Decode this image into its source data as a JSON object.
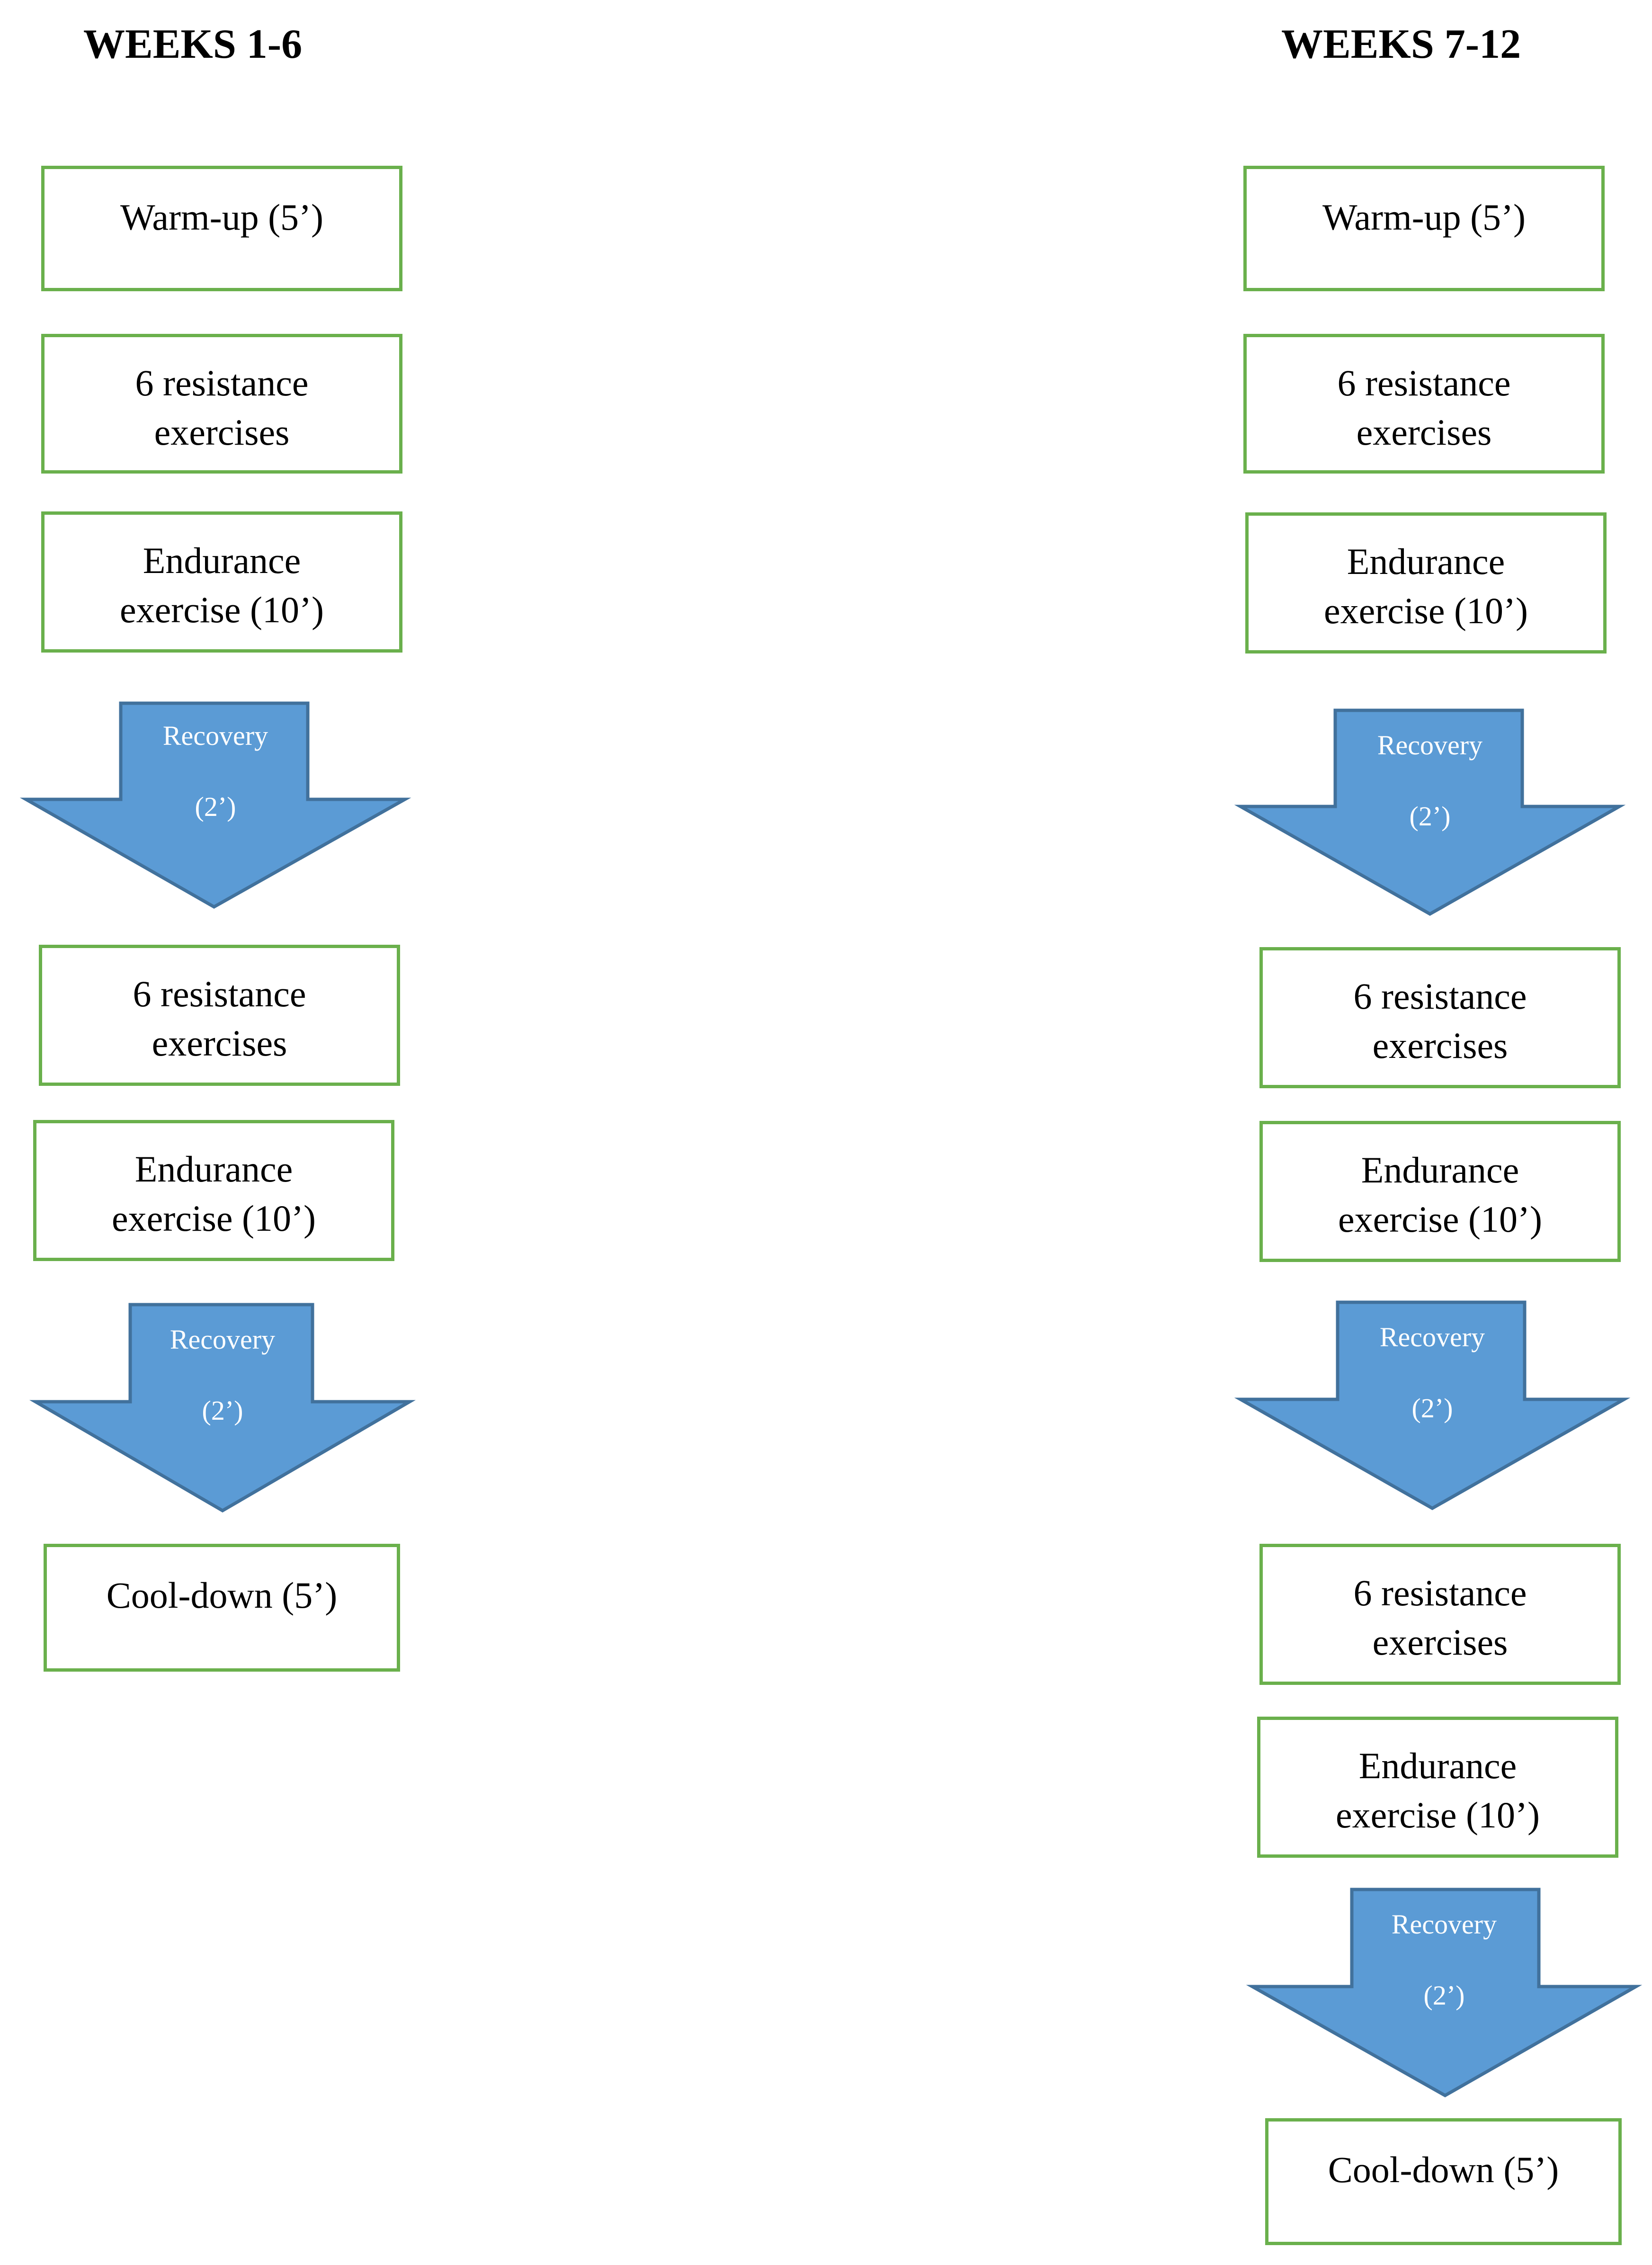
{
  "colors": {
    "box_border": "#6ab04c",
    "arrow_fill": "#5b9bd5",
    "arrow_stroke": "#41719c",
    "arrow_text": "#ffffff"
  },
  "columns": [
    {
      "title": "WEEKS 1-6",
      "steps": [
        {
          "type": "box",
          "label": "Warm-up (5’)"
        },
        {
          "type": "box",
          "label": "6 resistance\nexercises"
        },
        {
          "type": "box",
          "label": "Endurance\nexercise (10’)"
        },
        {
          "type": "arrow",
          "label": "Recovery",
          "duration": "(2’)"
        },
        {
          "type": "box",
          "label": "6 resistance\nexercises"
        },
        {
          "type": "box",
          "label": "Endurance\nexercise (10’)"
        },
        {
          "type": "arrow",
          "label": "Recovery",
          "duration": "(2’)"
        },
        {
          "type": "box",
          "label": "Cool-down (5’)"
        }
      ]
    },
    {
      "title": "WEEKS 7-12",
      "steps": [
        {
          "type": "box",
          "label": "Warm-up (5’)"
        },
        {
          "type": "box",
          "label": "6 resistance\nexercises"
        },
        {
          "type": "box",
          "label": "Endurance\nexercise (10’)"
        },
        {
          "type": "arrow",
          "label": "Recovery",
          "duration": "(2’)"
        },
        {
          "type": "box",
          "label": "6 resistance\nexercises"
        },
        {
          "type": "box",
          "label": "Endurance\nexercise (10’)"
        },
        {
          "type": "arrow",
          "label": "Recovery",
          "duration": "(2’)"
        },
        {
          "type": "box",
          "label": "6 resistance\nexercises"
        },
        {
          "type": "box",
          "label": "Endurance\nexercise (10’)"
        },
        {
          "type": "arrow",
          "label": "Recovery",
          "duration": "(2’)"
        },
        {
          "type": "box",
          "label": "Cool-down (5’)"
        }
      ]
    }
  ]
}
